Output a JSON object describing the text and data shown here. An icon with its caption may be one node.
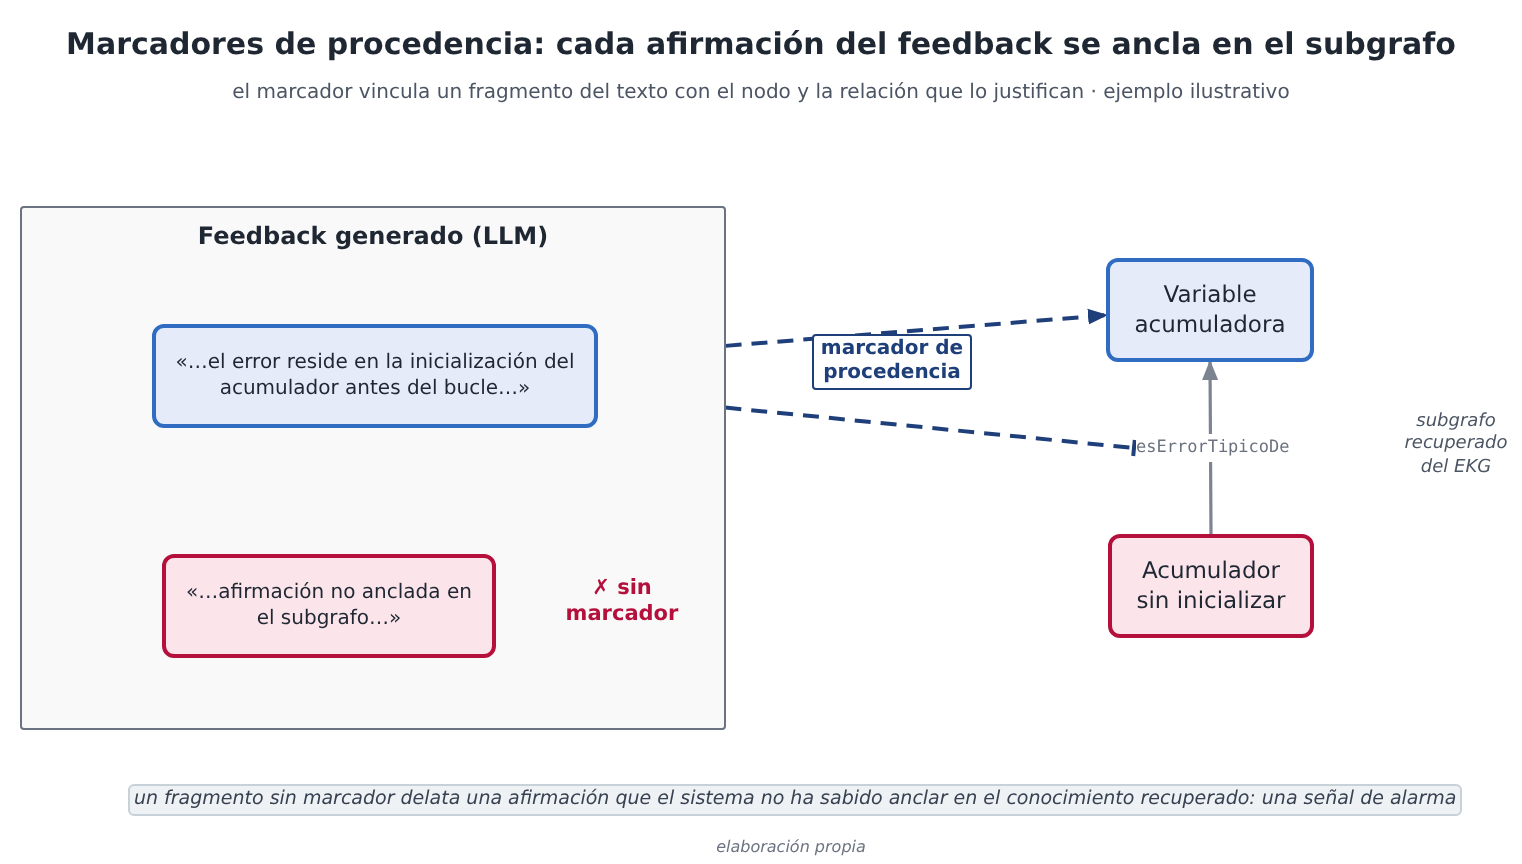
{
  "diagram": {
    "title": "Marcadores de procedencia: cada afirmación del feedback se ancla en el subgrafo",
    "caption": "elaboración propia",
    "nodes": [
      {
        "text": [
          "Feedback generado (LLM)"
        ]
      },
      {
        "text": [
          "«…el error reside en la inicialización del acumulador antes del bucle…»"
        ],
        "in": 0
      },
      {
        "text": [
          "«…afirmación no anclada en el subgrafo…»"
        ],
        "in": 0,
        "beside": [
          "✗ sin marcador"
        ]
      },
      {
        "text": [
          "Variable acumuladora"
        ]
      },
      {
        "text": [
          "Acumulador sin inicializar"
        ]
      }
    ],
    "edges": [
      {
        "from": 1,
        "to": 3,
        "arrow": "to",
        "label": "marcador de procedencia",
        "style": "dashed"
      },
      {
        "from": 1,
        "to": null,
        "arrow": "other",
        "style": "dashed"
      },
      {
        "from": 4,
        "to": 3,
        "arrow": "to",
        "label": "esErrorTipicoDe",
        "color": "#7b8490"
      }
    ],
    "labels": [
      "el marcador vincula un fragmento del texto con el nodo y la relación que lo justifican · ejemplo ilustrativo",
      "subgrafo recuperado del EKG",
      "un fragmento sin marcador delata una afirmación que el sistema no ha sabido anclar en el conocimiento recuperado: una señal de alarma"
    ]
  }
}
